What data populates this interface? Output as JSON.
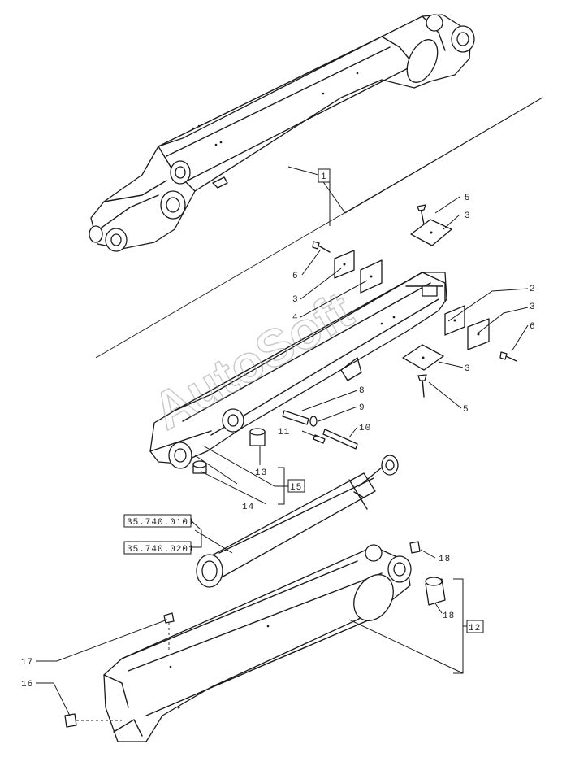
{
  "watermark": "AutoSoft",
  "callouts": {
    "c1": "1",
    "c2": "2",
    "c3a": "3",
    "c3b": "3",
    "c3c": "3",
    "c3d": "3",
    "c4": "4",
    "c5a": "5",
    "c5b": "5",
    "c6a": "6",
    "c6b": "6",
    "c8": "8",
    "c9": "9",
    "c10": "10",
    "c11": "11",
    "c12": "12",
    "c13": "13",
    "c14": "14",
    "c15": "15",
    "c16": "16",
    "c17": "17",
    "c18a": "18",
    "c18b": "18"
  },
  "references": {
    "ref1": "35.740.0101",
    "ref2": "35.740.0201"
  }
}
